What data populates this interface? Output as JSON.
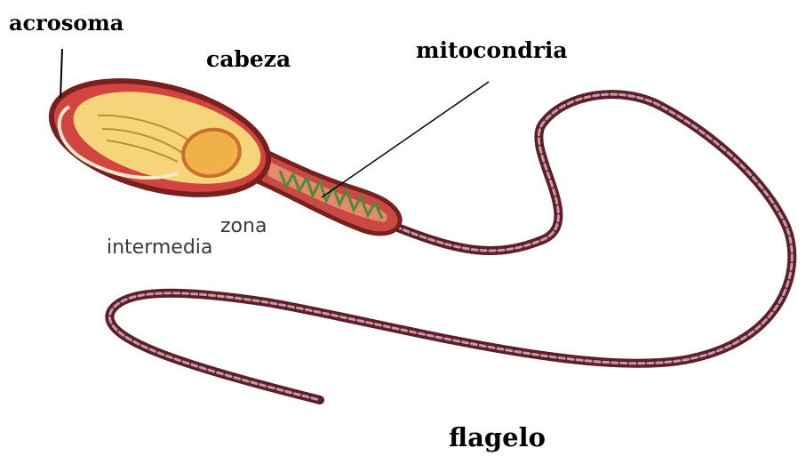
{
  "labels": {
    "acrosoma": "acrosoma",
    "cabeza": "cabeza",
    "mitocondria": "mitocondria",
    "zona": "zona",
    "intermedia": "intermedia",
    "flagelo": "flagelo"
  },
  "colors": {
    "outline": "#7a1f1f",
    "membrane": "#d2443f",
    "head_fill": "#f6d57a",
    "nucleus": "#e89a2a",
    "midpiece": "#c94a43",
    "mitochondria": "#4f8a3a",
    "flagellum_dark": "#5a1f2b",
    "flagellum_light": "#c99aa4"
  }
}
